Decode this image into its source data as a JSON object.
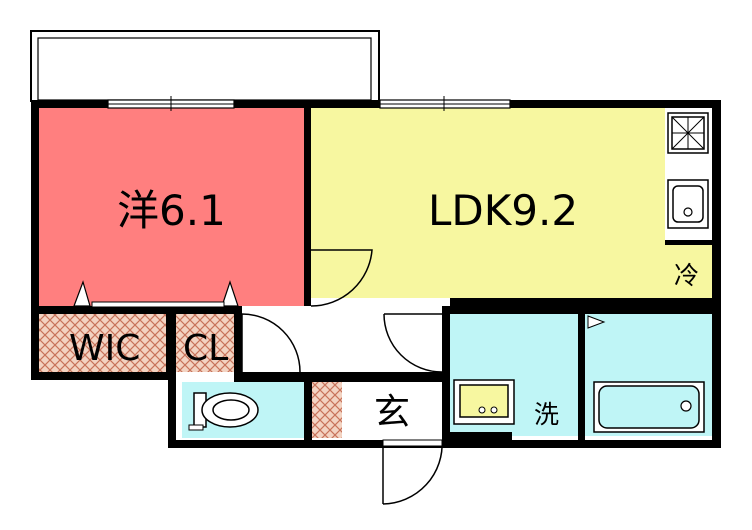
{
  "colors": {
    "western_room": "#ff7f7f",
    "ldk": "#f7f7a0",
    "water_areas": "#bff5f6",
    "closet_hatch": "#e7a483",
    "floor_white": "#ffffff",
    "wall": "#000000"
  },
  "rooms": {
    "western": "洋6.1",
    "ldk": "LDK9.2",
    "wic": "WIC",
    "cl": "CL",
    "entrance": "玄",
    "fridge": "冷",
    "washer": "洗"
  },
  "icons": [
    "stove-icon",
    "kitchen-sink-icon",
    "toilet-icon",
    "washbasin-icon",
    "bathtub-icon",
    "door-swing-icon",
    "window-icon"
  ]
}
